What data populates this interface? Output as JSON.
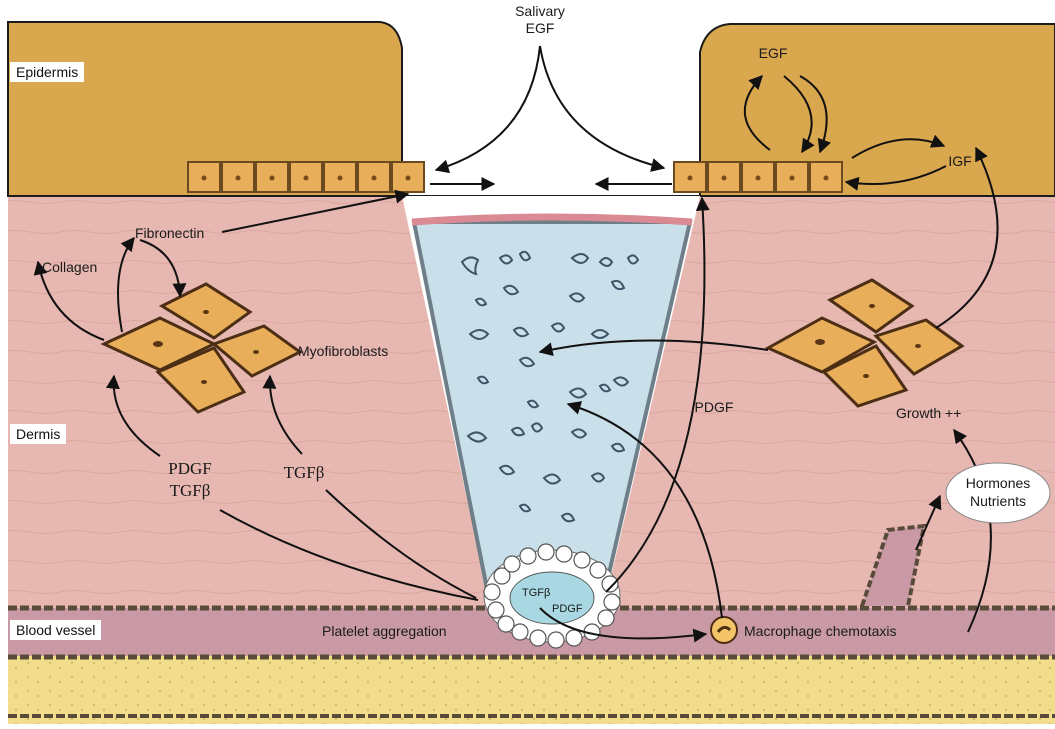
{
  "regions": {
    "epidermis": "Epidermis",
    "dermis": "Dermis",
    "blood_vessel": "Blood vessel"
  },
  "labels": {
    "salivary": "Salivary",
    "salivary_egf": "EGF",
    "egf_right": "EGF",
    "igf": "IGF",
    "fibronectin": "Fibronectin",
    "collagen": "Collagen",
    "myofibroblasts": "Myofibroblasts",
    "pdgf_left": "PDGF",
    "tgfb_left": "TGFβ",
    "tgfb_mid": "TGFβ",
    "pdgf_right": "PDGF",
    "growth": "Growth ++",
    "hormones": "Hormones",
    "nutrients": "Nutrients",
    "platelet_aggregation": "Platelet aggregation",
    "clot_tgfb": "TGFβ",
    "clot_pdgf": "PDGF",
    "macrophage_chemotaxis": "Macrophage chemotaxis"
  },
  "colors": {
    "epidermis": "#d9a74e",
    "dermis": "#e7b8b1",
    "blood_vessel": "#c99aa5",
    "fat": "#f1dd8c",
    "wound": "#c9dfe9",
    "cell": "#e9ae5a"
  }
}
